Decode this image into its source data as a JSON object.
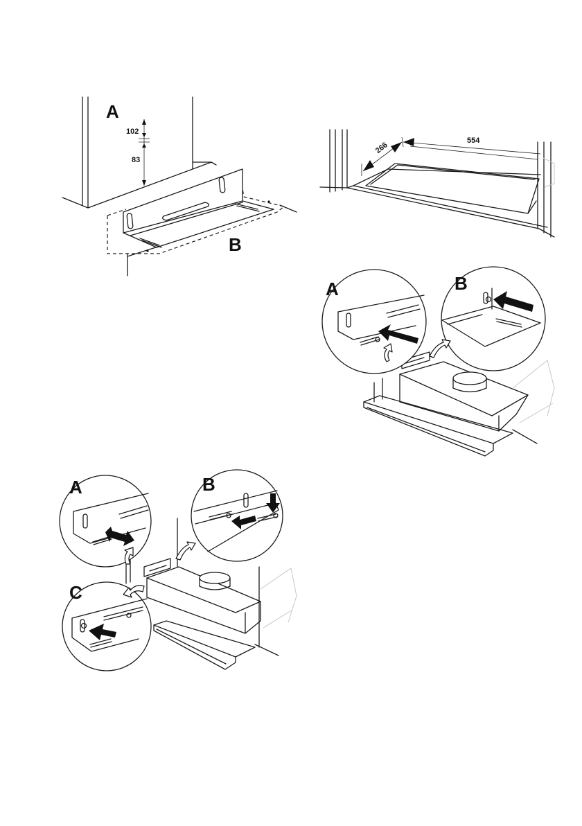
{
  "fig1": {
    "label_a": "A",
    "label_b": "B",
    "dim_upper": "102",
    "dim_lower": "83"
  },
  "fig2": {
    "dim_depth": "266",
    "dim_width": "554"
  },
  "fig3": {
    "label_a": "A",
    "label_b": "B"
  },
  "fig4": {
    "label_a": "A",
    "label_b": "B",
    "label_c": "C"
  },
  "colors": {
    "line": "#1a1a1a",
    "background": "#ffffff",
    "ghost": "#c8c8c8"
  }
}
